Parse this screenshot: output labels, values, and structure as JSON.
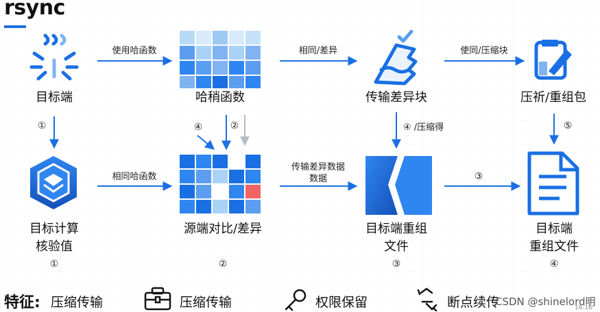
{
  "title": "rsync",
  "nodes": {
    "target_end": "目标端",
    "hash_function": "哈稍函数",
    "transfer_diff_block": "传输差异块",
    "compress_reassemble": "压祈/重组包",
    "target_checksum_line1": "目标计算",
    "target_checksum_line2": "核验值",
    "source_compare": "源端对比/差异",
    "target_reassemble_line1": "目标端重组",
    "target_reassemble_line2": "文件",
    "target_reassembled_line1": "目标端",
    "target_reassembled_line2": "重组文件"
  },
  "edge_labels": {
    "use_hash": "使用哈函数",
    "same_diff": "相同/差异",
    "use_compress": "使同/压缩块",
    "same_hash": "相同哈函数",
    "transfer_data_line1": "传输差异数据",
    "transfer_data_line2": "数据",
    "compressed": "④ /压缩得"
  },
  "step_markers": {
    "col1": "①",
    "col2_arrow": "②",
    "col2_side": "④",
    "col4_arrow": "⑤",
    "col3_arrow": "③",
    "bottom_1": "①",
    "bottom_2": "②",
    "bottom_3": "③",
    "bottom_4": "④"
  },
  "features": {
    "heading": "特征:",
    "item0": "压缩传输",
    "item1": "压缩传输",
    "item2": "权限保留",
    "item3": "断点续传"
  },
  "watermark": {
    "text": "CSDN @shinelord明",
    "small": "16:16"
  },
  "colors": {
    "primary_blue": "#1a6fe3",
    "dark_blue": "#1450b8",
    "light_blue": "#a9d2f7",
    "mid_blue": "#5b9ef0",
    "red_cell": "#f26363",
    "gray_arrow": "#b6bcc6"
  }
}
